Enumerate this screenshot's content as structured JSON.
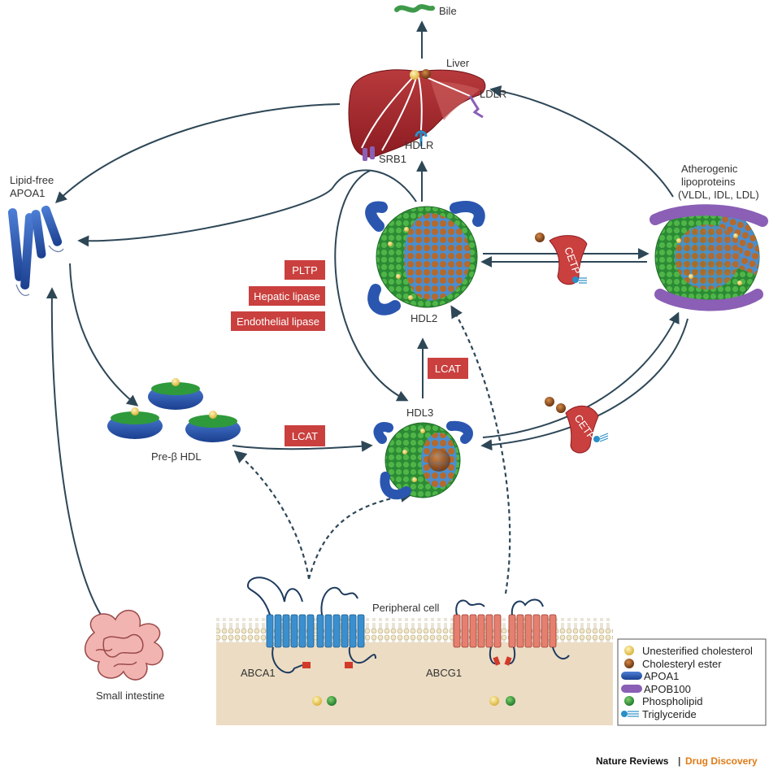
{
  "labels": {
    "bile": "Bile",
    "liver": "Liver",
    "ldlr": "LDLR",
    "hdlr": "HDLR",
    "srb1": "SRB1",
    "lipid_free_line1": "Lipid-free",
    "lipid_free_line2": "APOA1",
    "atherogenic_line1": "Atherogenic",
    "atherogenic_line2": "lipoproteins",
    "atherogenic_line3": "(VLDL, IDL, LDL)",
    "hdl2": "HDL2",
    "hdl3": "HDL3",
    "pre_beta_hdl": "Pre-β HDL",
    "peripheral_cell": "Peripheral cell",
    "abca1": "ABCA1",
    "abcg1": "ABCG1",
    "small_intestine": "Small intestine"
  },
  "enzymes": {
    "pltp": "PLTP",
    "hepatic_lipase": "Hepatic lipase",
    "endothelial_lipase": "Endothelial lipase",
    "lcat_vertical": "LCAT",
    "lcat_horizontal": "LCAT",
    "cetp_top": "CETP",
    "cetp_bottom": "CETP"
  },
  "legend": {
    "items": [
      {
        "label": "Unesterified cholesterol",
        "icon": "yellow-sphere-icon",
        "color": "#f2d66b"
      },
      {
        "label": "Cholesteryl ester",
        "icon": "brown-sphere-icon",
        "color": "#8b4a1c"
      },
      {
        "label": "APOA1",
        "icon": "blue-cylinder-icon",
        "color": "#2a56b0"
      },
      {
        "label": "APOB100",
        "icon": "purple-cylinder-icon",
        "color": "#8a5fb5"
      },
      {
        "label": "Phospholipid",
        "icon": "green-sphere-icon",
        "color": "#2e9a3c"
      },
      {
        "label": "Triglyceride",
        "icon": "triglyceride-icon",
        "color": "#2a8fc8"
      }
    ]
  },
  "footer": {
    "journal": "Nature Reviews",
    "separator": "|",
    "section": "Drug Discovery"
  },
  "colors": {
    "enzyme_box": "#c9403e",
    "arrow": "#2e4757",
    "liver": "#a8262b",
    "apoa1": "#2a56b0",
    "apob100": "#8a5fb5",
    "phospholipid": "#2e9a3c",
    "footer_accent": "#e07b16"
  }
}
